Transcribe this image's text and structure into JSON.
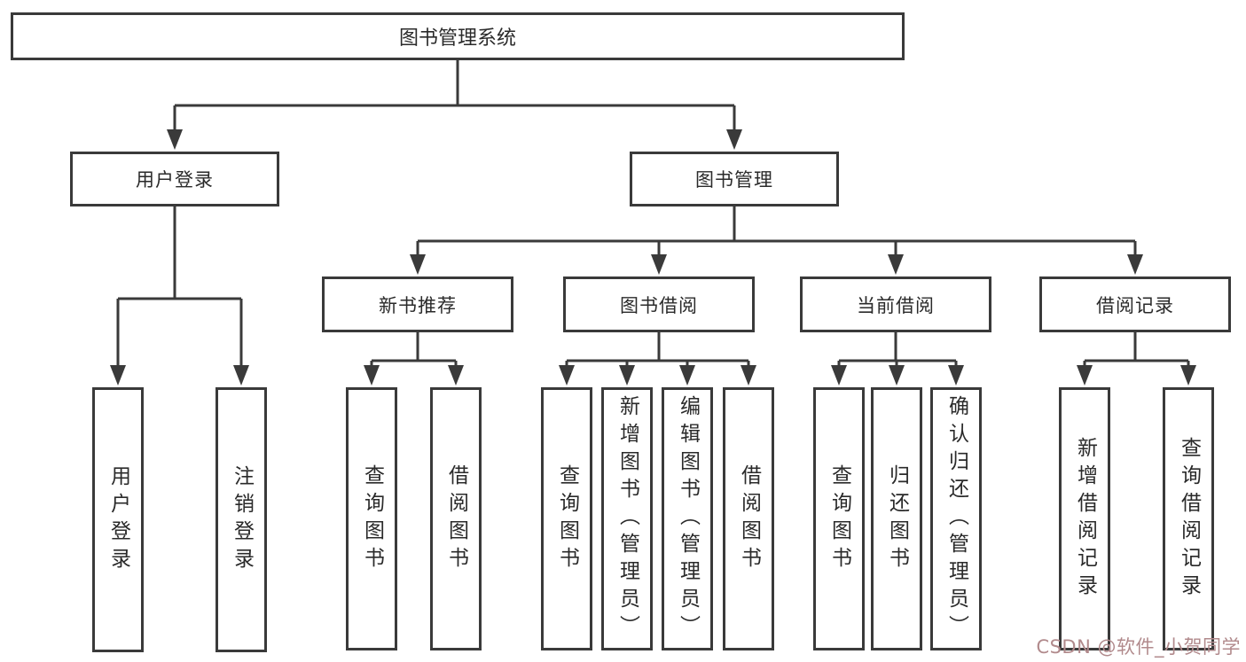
{
  "diagram": {
    "root": {
      "label": "图书管理系统"
    },
    "branches": [
      {
        "label": "用户登录",
        "children": [
          {
            "label": "用户登录"
          },
          {
            "label": "注销登录"
          }
        ]
      },
      {
        "label": "图书管理",
        "children": [
          {
            "label": "新书推荐",
            "children": [
              {
                "label": "查询图书"
              },
              {
                "label": "借阅图书"
              }
            ]
          },
          {
            "label": "图书借阅",
            "children": [
              {
                "label": "查询图书"
              },
              {
                "label": "新增图书（管理员）"
              },
              {
                "label": "编辑图书（管理员）"
              },
              {
                "label": "借阅图书"
              }
            ]
          },
          {
            "label": "当前借阅",
            "children": [
              {
                "label": "查询图书"
              },
              {
                "label": "归还图书"
              },
              {
                "label": "确认归还（管理员）"
              }
            ]
          },
          {
            "label": "借阅记录",
            "children": [
              {
                "label": "新增借阅记录"
              },
              {
                "label": "查询借阅记录"
              }
            ]
          }
        ]
      }
    ]
  },
  "watermark": {
    "text": "CSDN @软件_小贺同学"
  },
  "colors": {
    "line": "#3a3a3a",
    "text": "#2a2a2a",
    "background": "#ffffff",
    "watermark": "#b18a8c"
  }
}
